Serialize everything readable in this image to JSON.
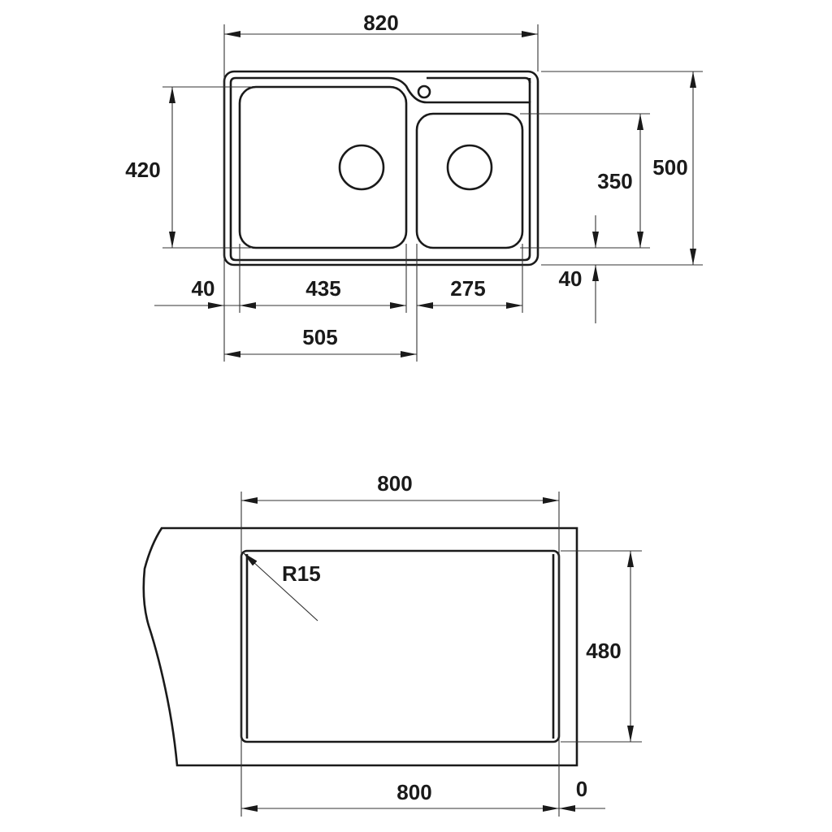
{
  "top_view": {
    "overall_width": "820",
    "overall_depth": "500",
    "large_bowl_depth": "420",
    "small_bowl_depth": "350",
    "left_margin": "40",
    "large_bowl_width": "435",
    "small_bowl_width": "275",
    "front_offset": "40",
    "cutout_to_divider": "505"
  },
  "cutout_view": {
    "top_width": "800",
    "corner_radius": "R15",
    "depth": "480",
    "bottom_width": "800",
    "right_offset": "0"
  },
  "colors": {
    "line": "#1a1a1a",
    "background": "#ffffff"
  }
}
